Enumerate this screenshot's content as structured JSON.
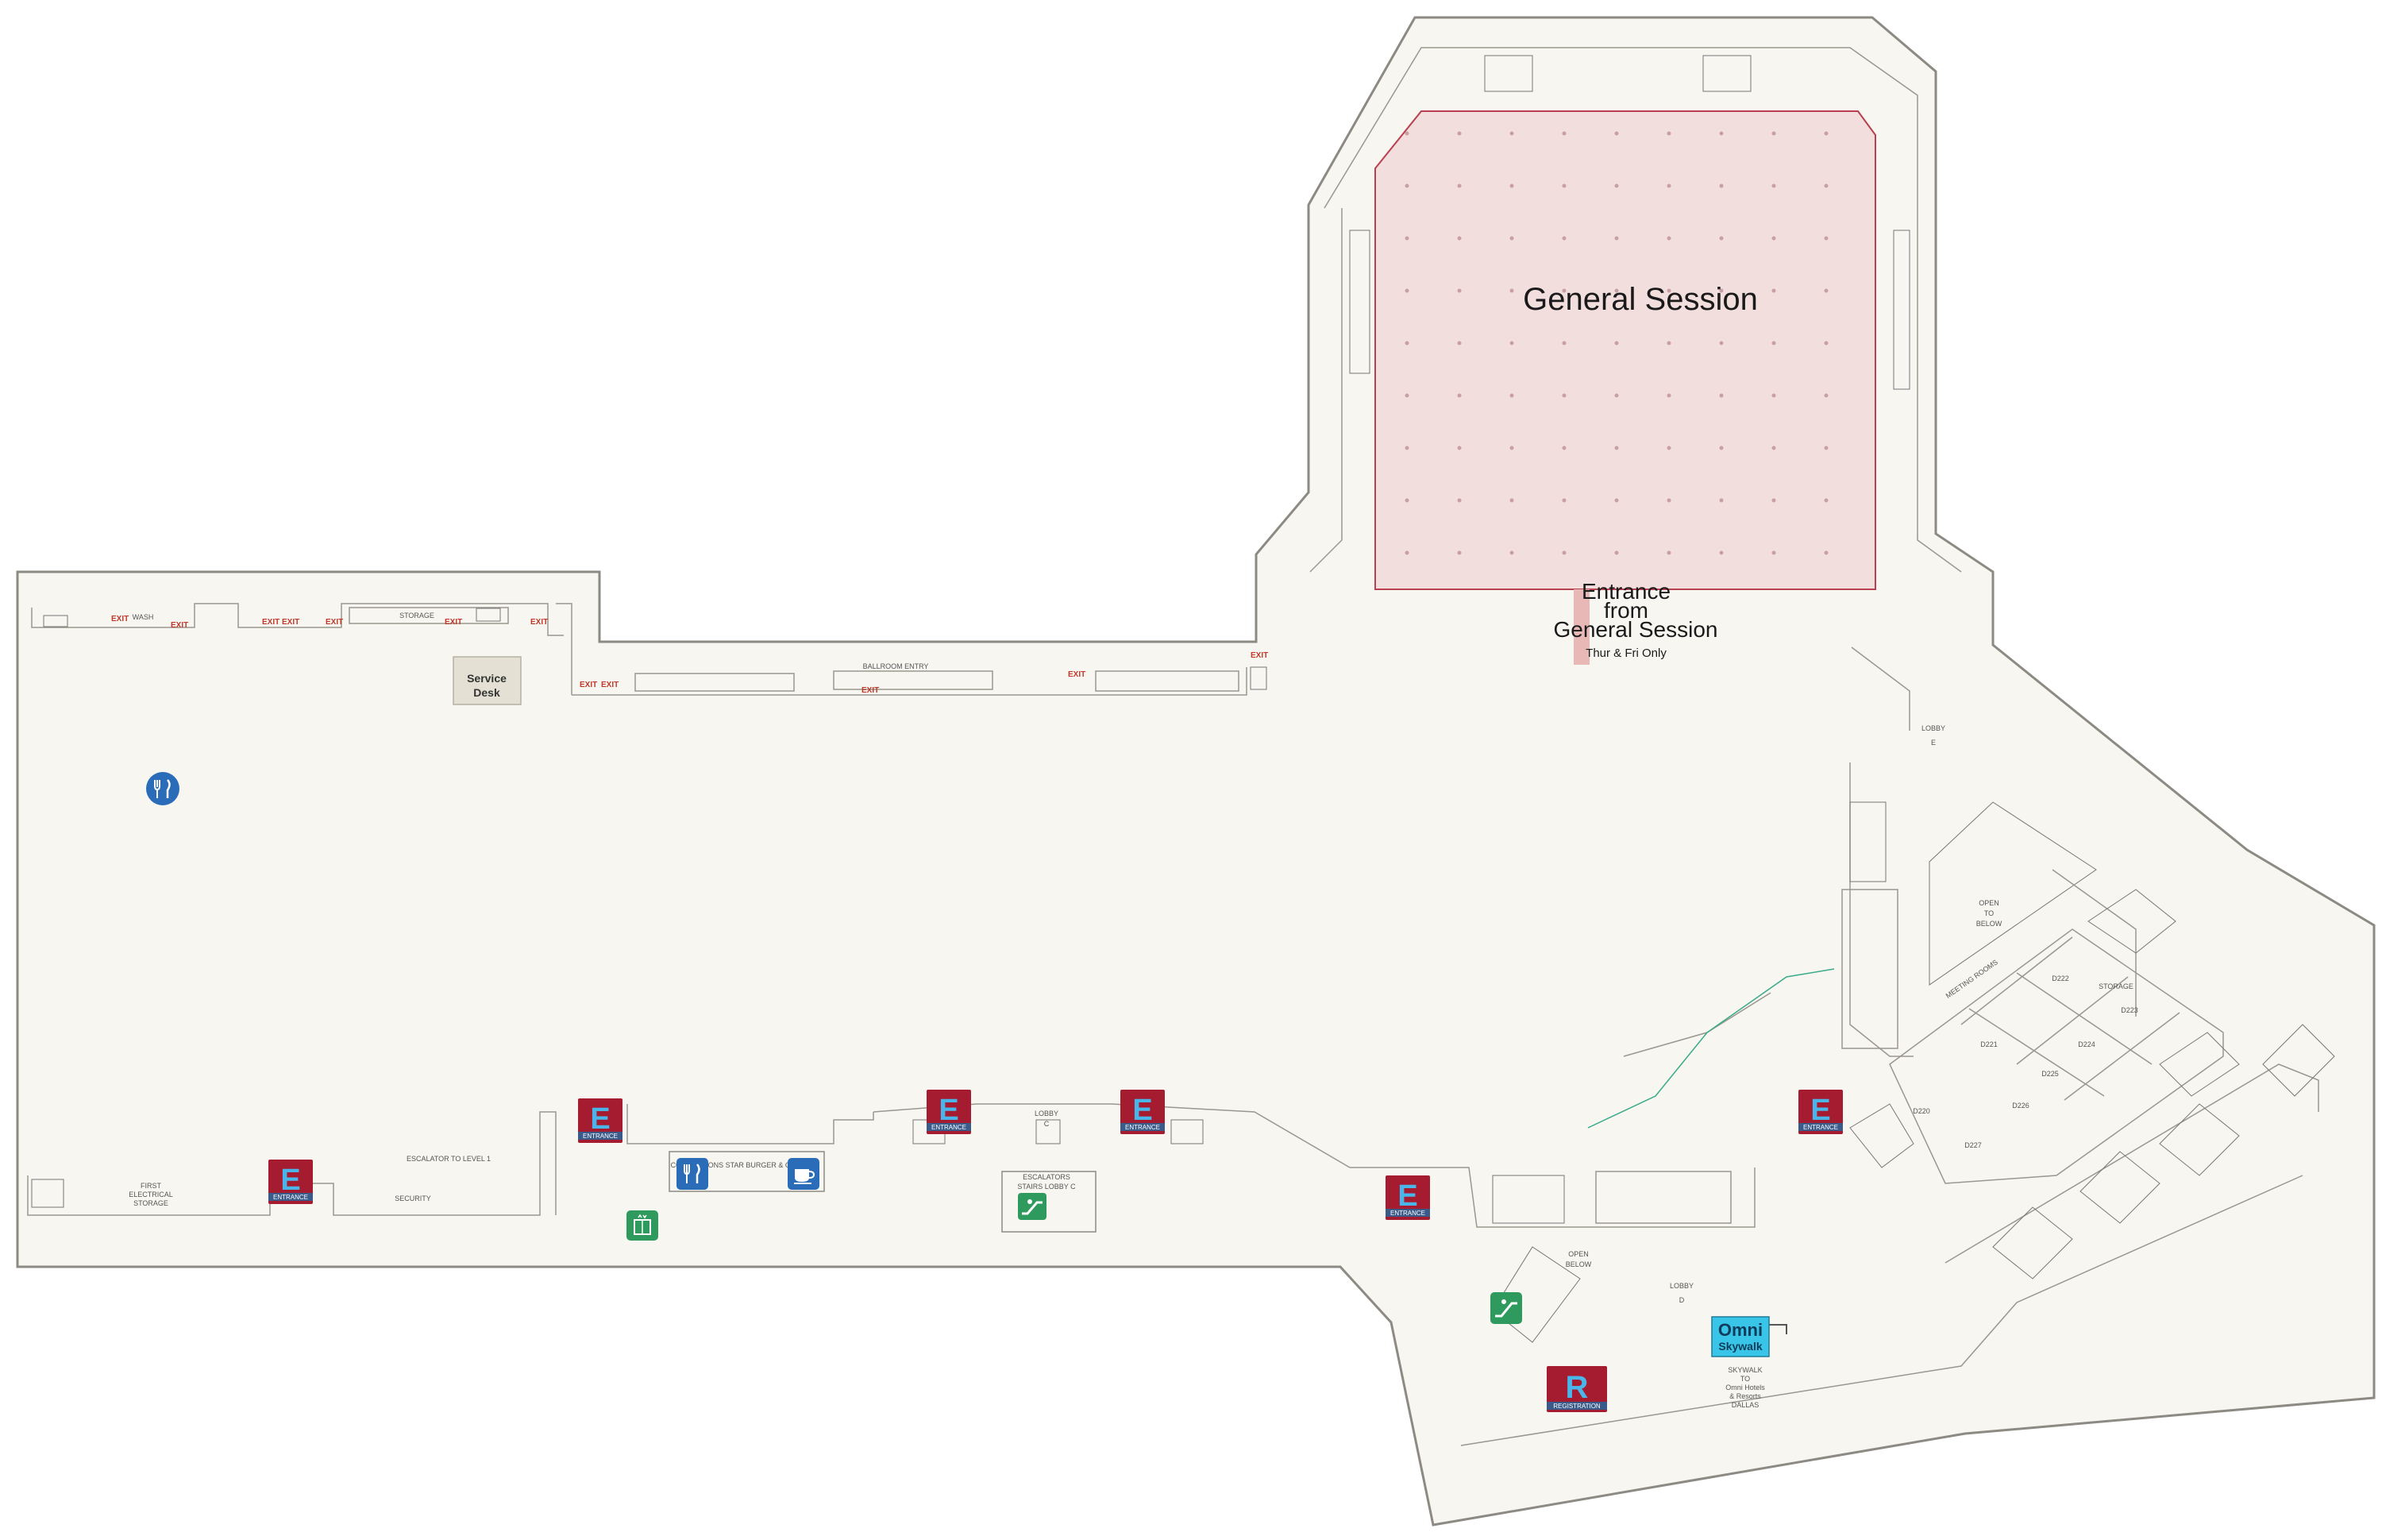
{
  "map": {
    "general_session": {
      "title": "General Session",
      "entrance_line1": "Entrance",
      "entrance_line2": "from",
      "entrance_line3": "General Session",
      "entrance_note": "Thur & Fri Only"
    },
    "service_desk": {
      "line1": "Service",
      "line2": "Desk"
    },
    "lobbies": {
      "e": {
        "line1": "LOBBY",
        "line2": "E"
      },
      "d": {
        "line1": "LOBBY",
        "line2": "D"
      },
      "c": {
        "line1": "LOBBY",
        "line2": "C"
      }
    },
    "open_to_below": {
      "line1": "OPEN",
      "line2": "TO",
      "line3": "BELOW"
    },
    "open_below": {
      "line1": "OPEN",
      "line2": "BELOW"
    },
    "rooms": [
      "D222",
      "D223",
      "D221",
      "D224",
      "D225",
      "D226",
      "D220",
      "D227"
    ],
    "room_labels": {
      "storage_d": "STORAGE",
      "meeting_rooms": "MEETING ROOMS",
      "storage_top": "STORAGE",
      "security": "SECURITY",
      "first_aid": "FIRST",
      "electrical": "ELECTRICAL",
      "storage_left": "STORAGE",
      "escalator_to_level": "ESCALATOR TO LEVEL 1",
      "concessions": "CONCESSIONS STAR BURGER & COFFEE",
      "escalators": "ESCALATORS",
      "stairs_lobby": "STAIRS LOBBY C",
      "ballroom_bridge": "BALLROOM ENTRY",
      "wash": "WASH"
    },
    "exit_label": "EXIT",
    "badges": {
      "entrance_letter": "E",
      "entrance_label": "ENTRANCE",
      "registration_letter": "R",
      "registration_label": "REGISTRATION",
      "omni_line1": "Omni",
      "omni_line2": "Skywalk",
      "skywalk_note1": "SKYWALK",
      "skywalk_note2": "TO",
      "skywalk_note3": "Omni Hotels",
      "skywalk_note4": "& Resorts",
      "skywalk_note5": "DALLAS"
    },
    "icons": {
      "dining": "fork-knife-icon",
      "coffee": "coffee-cup-icon",
      "escalator": "escalator-icon",
      "elevator": "elevator-icon"
    },
    "colors": {
      "floor": "#f7f6f1",
      "wall": "#8c8a82",
      "session_fill": "#f3dede",
      "session_border": "#b84050",
      "entrance_red": "#a51c30",
      "entrance_letter": "#4ab5e8",
      "dining_blue": "#2a6cb8",
      "escalator_green": "#2e9a5e",
      "omni_cyan": "#38c5e8"
    }
  }
}
